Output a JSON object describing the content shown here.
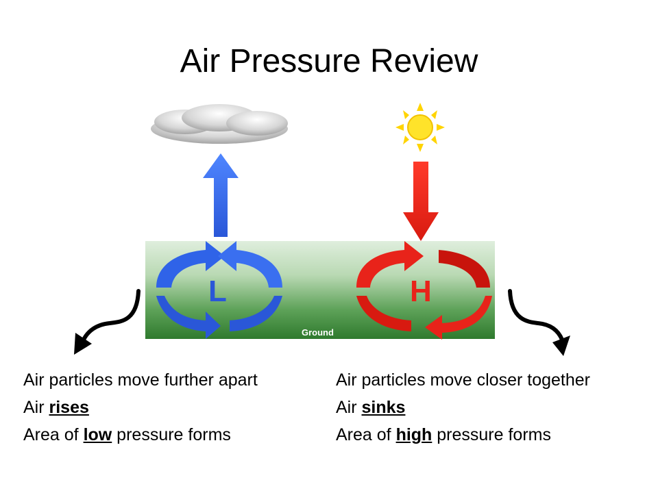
{
  "title": "Air Pressure Review",
  "diagram": {
    "ground_label": "Ground",
    "low_letter": "L",
    "high_letter": "H",
    "low_color": "#2f63e8",
    "high_color": "#e8231a",
    "ground_color": "#3a8a3a",
    "icons": [
      "cloud-icon",
      "sun-icon",
      "up-arrow-icon",
      "down-arrow-icon"
    ]
  },
  "low_pressure": {
    "line1": "Air particles move further apart",
    "line2_prefix": "Air ",
    "line2_emphasis": "rises",
    "line3_prefix": "Area of ",
    "line3_emphasis": "low",
    "line3_suffix": " pressure forms"
  },
  "high_pressure": {
    "line1": "Air particles move closer together",
    "line2_prefix": "Air ",
    "line2_emphasis": "sinks",
    "line3_prefix": "Area of ",
    "line3_emphasis": "high",
    "line3_suffix": " pressure forms"
  }
}
